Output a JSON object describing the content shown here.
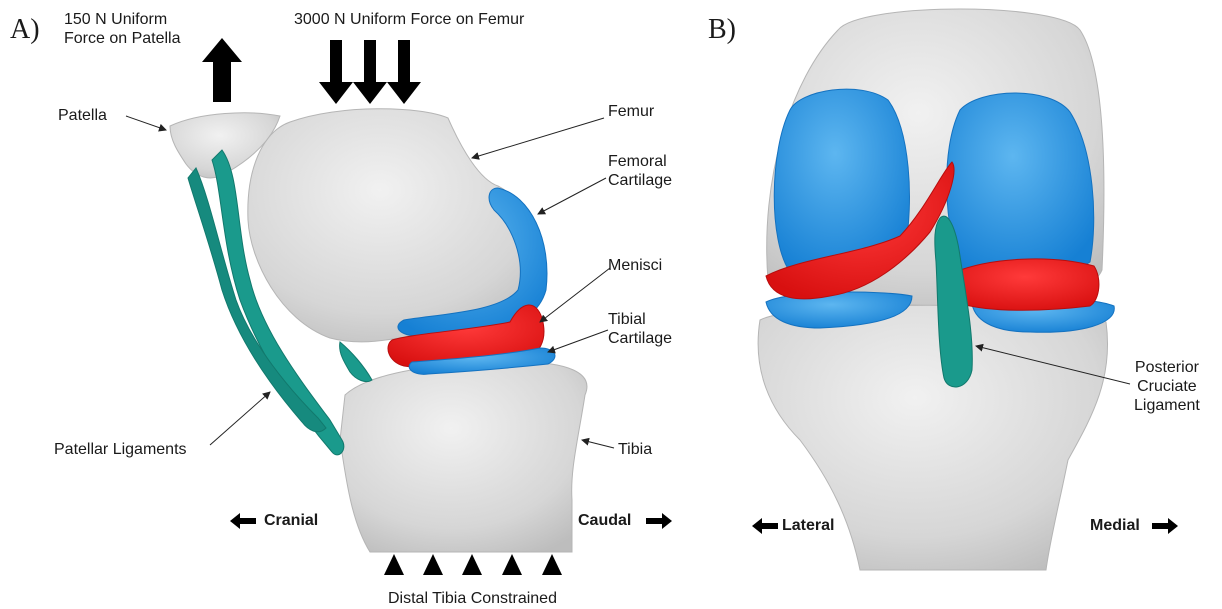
{
  "panels": {
    "a": "A)",
    "b": "B)"
  },
  "labels": {
    "force_patella": [
      "150 N Uniform",
      "Force on Patella"
    ],
    "force_femur": "3000 N Uniform Force on Femur",
    "patella": "Patella",
    "femur": "Femur",
    "femoral_cartilage": [
      "Femoral",
      "Cartilage"
    ],
    "menisci": "Menisci",
    "tibial_cartilage": [
      "Tibial",
      "Cartilage"
    ],
    "patellar_ligaments": "Patellar Ligaments",
    "tibia": "Tibia",
    "distal": "Distal Tibia Constrained",
    "pcl": [
      "Posterior",
      "Cruciate",
      "Ligament"
    ]
  },
  "directions": {
    "cranial": "Cranial",
    "caudal": "Caudal",
    "lateral": "Lateral",
    "medial": "Medial"
  },
  "colors": {
    "bone": "#d9d9d9",
    "cartilage": "#1e8fe0",
    "menisci": "#ee1c1c",
    "ligament": "#1a9a8c",
    "arrow": "#000000"
  }
}
